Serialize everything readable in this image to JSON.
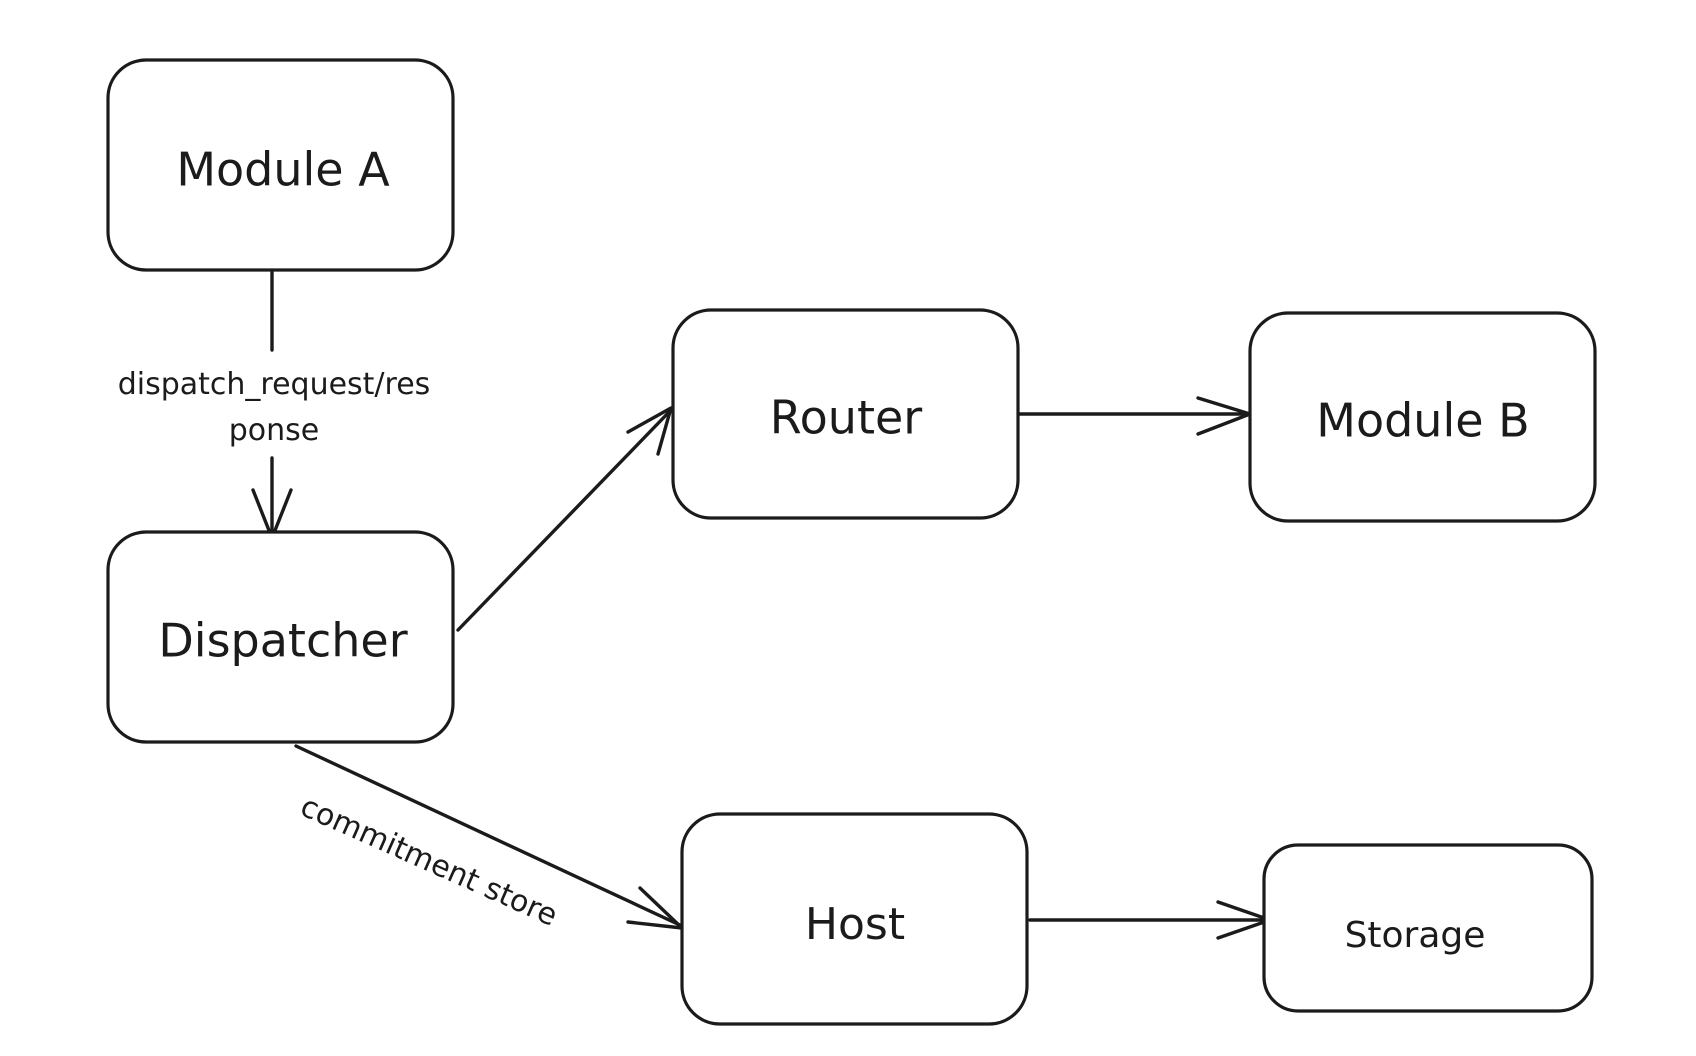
{
  "nodes": {
    "module_a": "Module A",
    "dispatcher": "Dispatcher",
    "router": "Router",
    "module_b": "Module B",
    "host": "Host",
    "storage": "Storage"
  },
  "edges": {
    "module_a_to_dispatcher": {
      "label_line1": "dispatch_request/res",
      "label_line2": "ponse"
    },
    "dispatcher_to_router": {
      "label": ""
    },
    "router_to_module_b": {
      "label": ""
    },
    "dispatcher_to_host": {
      "label": "commitment store"
    },
    "host_to_storage": {
      "label": ""
    }
  },
  "colors": {
    "stroke": "#1b1b1b",
    "background": "#ffffff"
  }
}
